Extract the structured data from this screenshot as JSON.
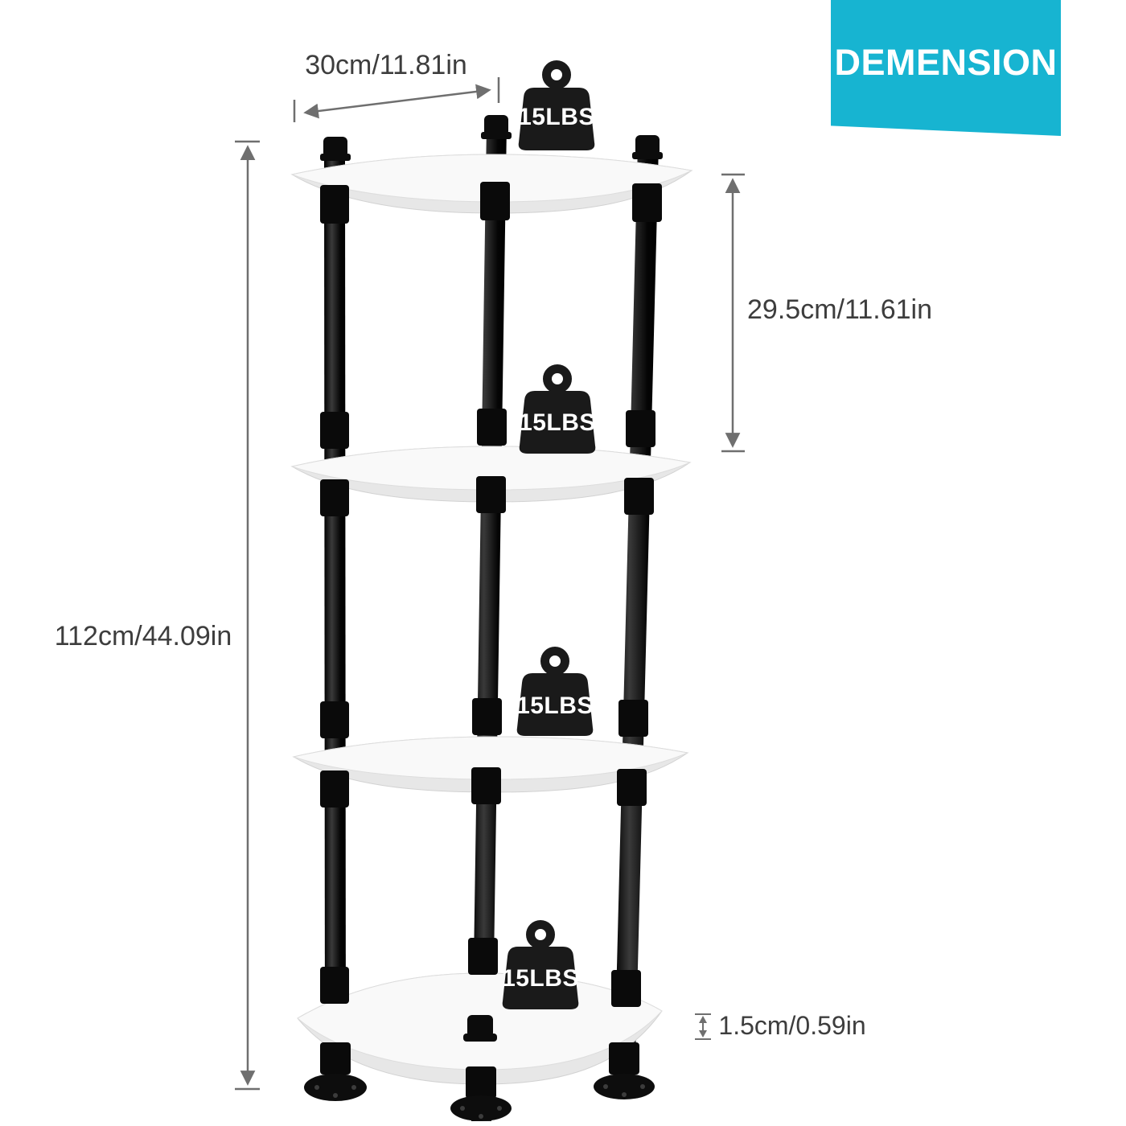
{
  "badge": {
    "label": "DEMENSION",
    "background": "#17b4d1",
    "text_color": "#ffffff"
  },
  "dimensions": {
    "shelf_width": "30cm/11.81in",
    "tier_height": "29.5cm/11.61in",
    "total_height": "112cm/44.09in",
    "board_thickness": "1.5cm/0.59in"
  },
  "weights": [
    {
      "label": "15LBS"
    },
    {
      "label": "15LBS"
    },
    {
      "label": "15LBS"
    },
    {
      "label": "15LBS"
    }
  ],
  "icons": {
    "weight_icon": "kettlebell-weight-icon",
    "arrow_icon": "double-headed-measure-arrow"
  },
  "colors": {
    "pipe": "#111111",
    "board_top": "#f9f9f9",
    "board_edge": "#e7e7e7",
    "dimension_line": "#6f6f6f",
    "dimension_text": "#3d3d3d",
    "weight": "#1a1a1a"
  }
}
